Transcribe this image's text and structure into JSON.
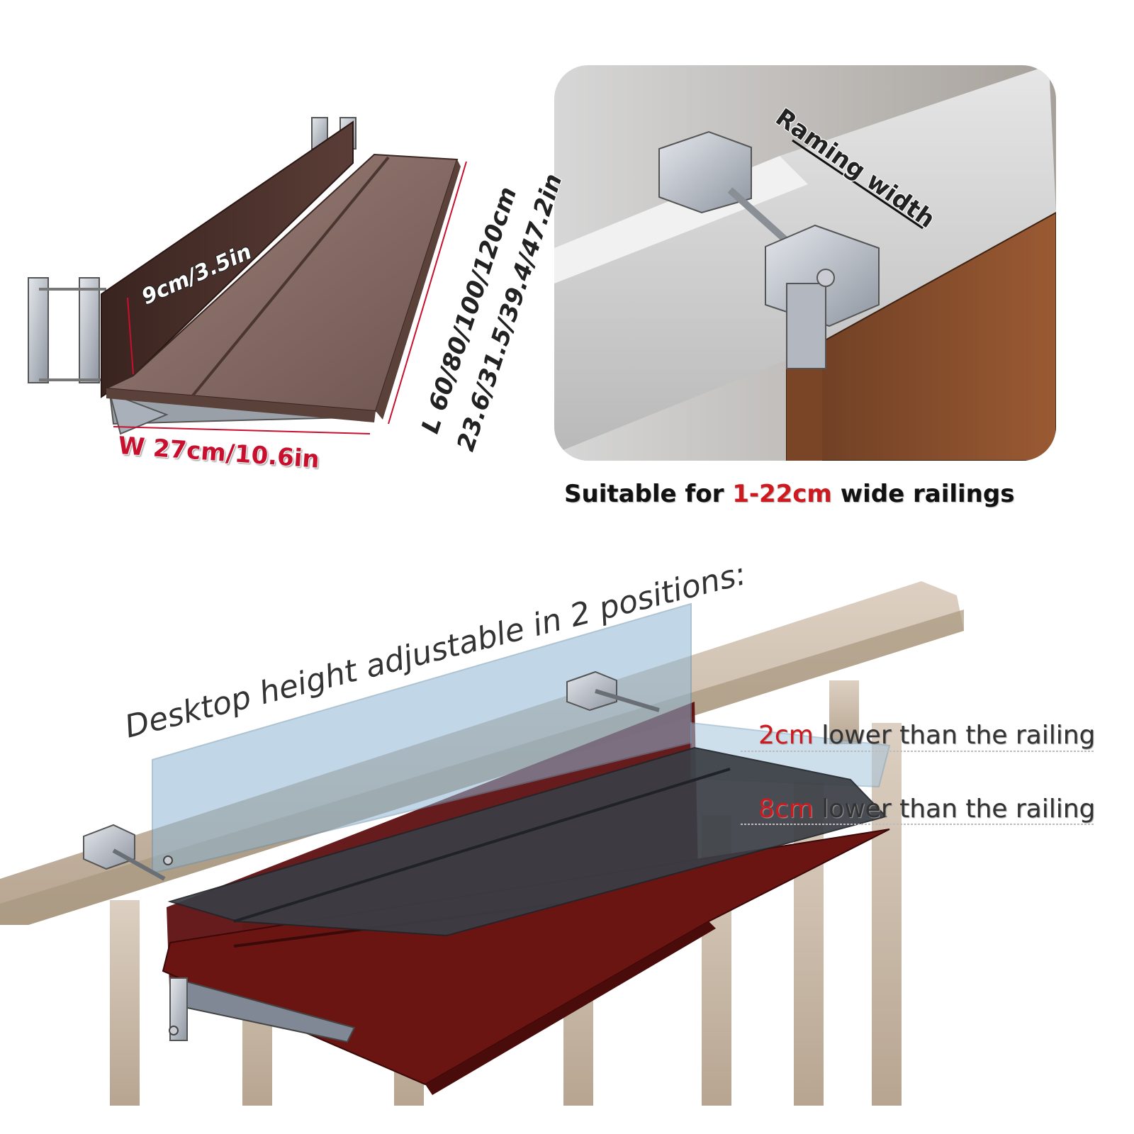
{
  "top_left": {
    "height_label": "9cm/3.5in",
    "length_label": "L 60/80/100/120cm",
    "length_label_in": "23.6/31.5/39.4/47.2in",
    "width_label": "W 27cm/10.6in"
  },
  "top_right": {
    "clamp_label": "Raming width",
    "caption_prefix": "Suitable for ",
    "caption_highlight": "1-22cm",
    "caption_suffix": " wide railings"
  },
  "bottom": {
    "heading": "Desktop height adjustable in 2 positions:",
    "positions": [
      {
        "value": "2cm",
        "text": " lower than the railing"
      },
      {
        "value": "8cm",
        "text": " lower than the railing"
      }
    ]
  },
  "colors": {
    "dimension_red": "#c8102e",
    "highlight_red": "#d0181f",
    "wood_dark": "#4a302a",
    "wood_light": "#8a7068",
    "rail_beige": "#cbb8a4",
    "glass_blue": "#9fc1d8"
  }
}
